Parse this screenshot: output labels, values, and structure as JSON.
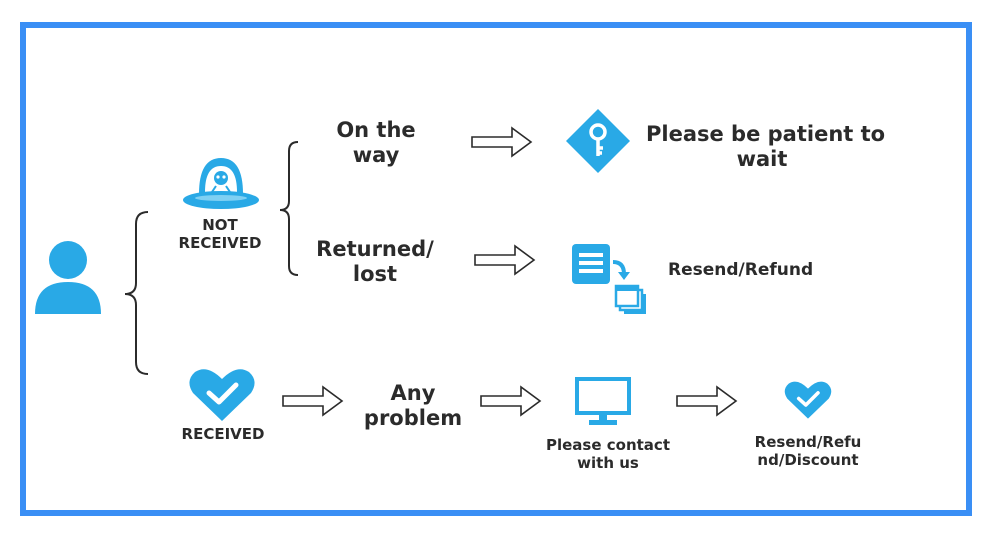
{
  "colors": {
    "accent": "#29a9e6",
    "frame": "#3a8ff5",
    "text": "#2b2b2b"
  },
  "icons": {
    "user": "user-icon",
    "ufo": "ufo-icon",
    "received": "heart-check-icon",
    "key": "key-diamond-icon",
    "resend": "document-resend-icon",
    "monitor": "monitor-icon",
    "heart_small": "heart-check-icon"
  },
  "not_received": {
    "line1": "NOT",
    "line2": "RECEIVED"
  },
  "received": {
    "label": "RECEIVED"
  },
  "on_the_way": {
    "line1": "On the",
    "line2": "way"
  },
  "returned_lost": {
    "line1": "Returned/",
    "line2": "lost"
  },
  "patient": {
    "line1": "Please be patient to",
    "line2": "wait"
  },
  "resend_refund": {
    "label": "Resend/Refund"
  },
  "any_problem": {
    "line1": "Any",
    "line2": "problem"
  },
  "contact": {
    "line1": "Please contact",
    "line2": "with us"
  },
  "final": {
    "line1": "Resend/Refu",
    "line2": "nd/Discount"
  }
}
